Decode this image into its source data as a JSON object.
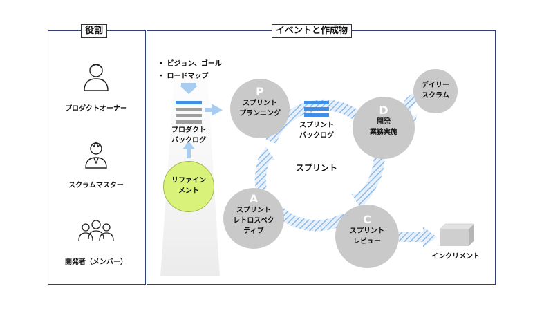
{
  "roles": {
    "title": "役割",
    "items": [
      {
        "label": "プロダクトオーナー",
        "icon": "product-owner-icon"
      },
      {
        "label": "スクラムマスター",
        "icon": "scrum-master-icon"
      },
      {
        "label": "開発者（メンバー）",
        "icon": "developers-icon"
      }
    ]
  },
  "events": {
    "title": "イベントと作成物",
    "bullets": [
      "・ ビジョン、ゴール",
      "・ ロードマップ"
    ],
    "product_backlog": "プロダクト\nバックログ",
    "refinement": "リファイン\nメント",
    "planning": {
      "letter": "P",
      "label": "スプリント\nプランニング"
    },
    "sprint_backlog": "スプリント\nバックログ",
    "daily": "デイリー\nスクラム",
    "dev": {
      "letter": "D",
      "label": "開発\n業務実施"
    },
    "sprint": "スプリント",
    "retro": {
      "letter": "A",
      "label": "スプリント\nレトロスペク\nティブ"
    },
    "review": {
      "letter": "C",
      "label": "スプリント\nレビュー"
    },
    "increment": "インクリメント"
  },
  "colors": {
    "panel_border": "#2f3f72",
    "circle": "#c9c9c9",
    "refinement": "#d9f27a",
    "backlog_blue": "#3d8fe8",
    "backlog_gray": "#9e9e9e",
    "arrow_hatch": "#9fc3e6"
  }
}
